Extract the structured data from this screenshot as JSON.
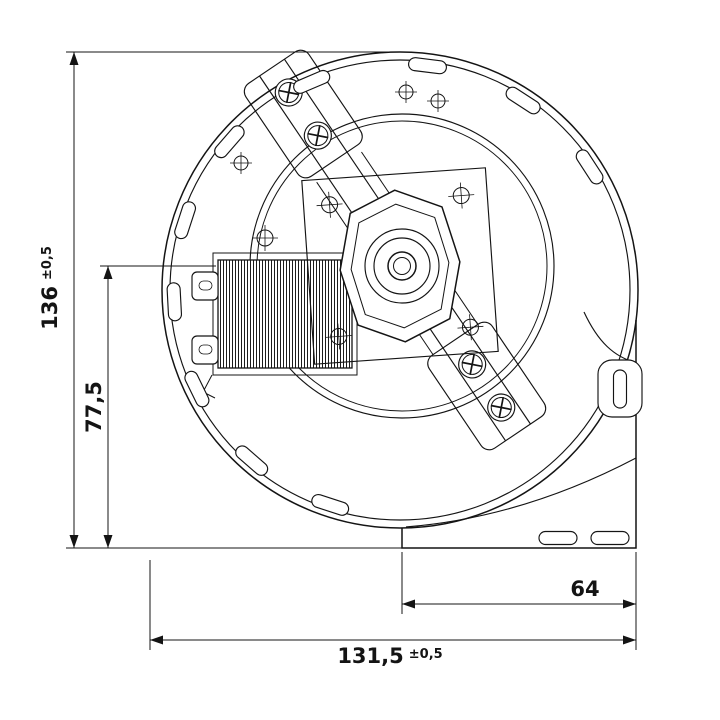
{
  "page": {
    "background": "#ffffff",
    "line_color": "#141414"
  },
  "drawing": {
    "dimensions": {
      "overall_height": {
        "value": "136",
        "tolerance": "±0,5"
      },
      "axis_to_base": {
        "value": "77,5",
        "tolerance": ""
      },
      "axis_to_outlet": {
        "value": "64",
        "tolerance": ""
      },
      "overall_width": {
        "value": "131,5",
        "tolerance": "±0,5"
      }
    }
  }
}
